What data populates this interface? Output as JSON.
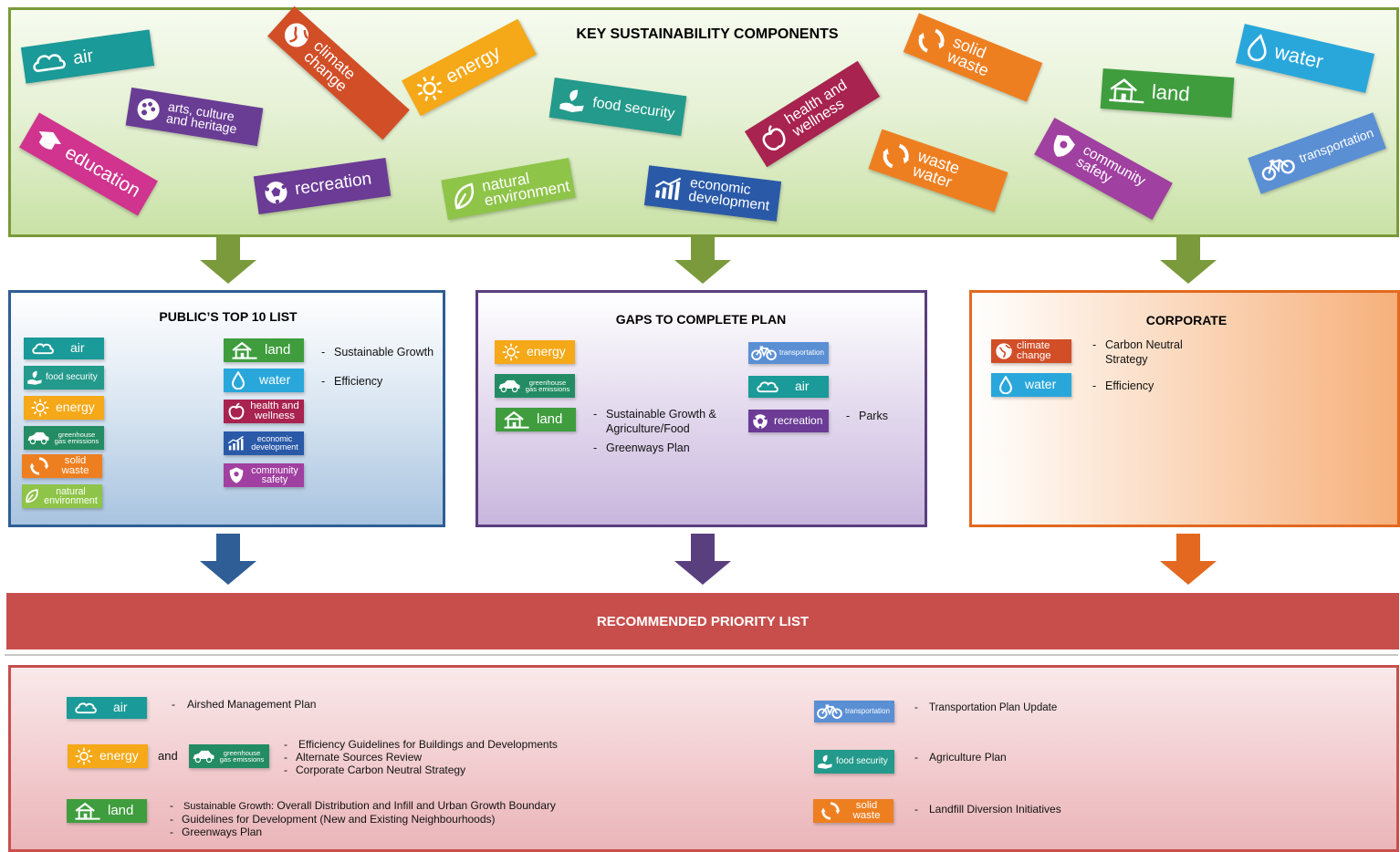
{
  "top": {
    "title": "KEY SUSTAINABILITY COMPONENTS",
    "tags": {
      "air": "air",
      "arts": "arts, culture and heritage",
      "climate": "climate change",
      "energy": "energy",
      "food": "food security",
      "health": "health and wellness",
      "solid": "solid waste",
      "water": "water",
      "land": "land",
      "education": "education",
      "recreation": "recreation",
      "natural": "natural environment",
      "economic": "economic development",
      "wastewater": "waste water",
      "safety": "community safety",
      "transportation": "transportation"
    }
  },
  "public": {
    "title": "PUBLIC’S TOP 10 LIST",
    "tags": {
      "air": "air",
      "food": "food security",
      "energy": "energy",
      "ghg": "greenhouse gas emissions",
      "solid": "solid waste",
      "natural": "natural environment",
      "land": "land",
      "water": "water",
      "health": "health and wellness",
      "economic": "economic development",
      "safety": "community safety"
    },
    "notes": [
      "Sustainable Growth",
      "Efficiency"
    ]
  },
  "gaps": {
    "title": "GAPS TO COMPLETE PLAN",
    "tags": {
      "energy": "energy",
      "ghg": "greenhouse gas emissions",
      "land": "land",
      "transportation": "transportation",
      "air": "air",
      "recreation": "recreation"
    },
    "notes": {
      "land_1": "Sustainable Growth &",
      "land_2": "Agriculture/Food",
      "land_3": "Greenways Plan",
      "rec": "Parks"
    }
  },
  "corporate": {
    "title": "CORPORATE",
    "tags": {
      "climate": "climate change",
      "water": "water"
    },
    "notes": {
      "climate_1": "Carbon Neutral",
      "climate_2": "Strategy",
      "water": "Efficiency"
    }
  },
  "recommended": {
    "title": "RECOMMENDED PRIORITY LIST",
    "tags": {
      "air": "air",
      "energy": "energy",
      "ghg": "greenhouse gas emissions",
      "land": "land",
      "transportation": "transportation",
      "food": "food security",
      "solid": "solid waste"
    },
    "and": "and",
    "notes": {
      "air": "Airshed Management Plan",
      "energy_1": "Efficiency Guidelines for Buildings and Developments",
      "energy_2": "Alternate Sources Review",
      "energy_3": "Corporate Carbon Neutral Strategy",
      "land_1_prefix": "Sustainable Growth:",
      "land_1_rest": "Overall Distribution and Infill and Urban Growth Boundary",
      "land_2": "Guidelines for Development (New and Existing Neighbourhoods)",
      "land_3": "Greenways Plan",
      "transportation": "Transportation Plan Update",
      "food": "Agriculture Plan",
      "solid": "Landfill Diversion Initiatives"
    }
  },
  "colors": {
    "top_border": "#7a9a3b",
    "public_border": "#2e5e95",
    "gaps_border": "#5a3f7f",
    "corporate_border": "#e2691f",
    "recommended": "#c84e4c"
  },
  "icons": [
    "cloud-icon",
    "palette-icon",
    "globe-icon",
    "sun-icon",
    "hand-leaf-icon",
    "apple-icon",
    "recycle-icon",
    "droplet-icon",
    "house-icon",
    "graduation-cap-icon",
    "soccer-ball-icon",
    "leaf-icon",
    "growth-chart-icon",
    "police-badge-icon",
    "bicycle-icon",
    "car-icon"
  ]
}
